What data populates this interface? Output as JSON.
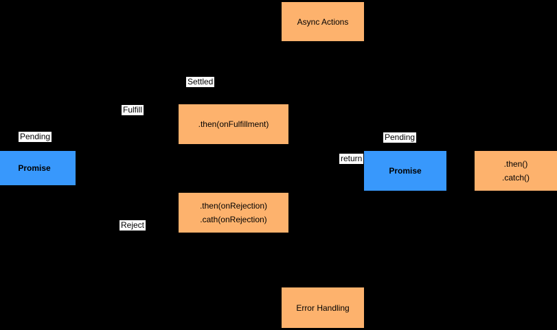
{
  "colors": {
    "background": "#000000",
    "node_orange": "#FDB26D",
    "node_blue": "#3898FC",
    "label_background": "#FFFFFF",
    "text": "#000000"
  },
  "nodes": {
    "async_actions": {
      "label": "Async Actions"
    },
    "promise_left": {
      "label": "Promise"
    },
    "then_fulfillment": {
      "label": ".then(onFulfillment)"
    },
    "then_rejection": {
      "line1": ".then(onRejection)",
      "line2": ".cath(onRejection)"
    },
    "promise_right": {
      "label": "Promise"
    },
    "then_catch": {
      "line1": ".then()",
      "line2": ".catch()"
    },
    "error_handling": {
      "label": "Error Handling"
    }
  },
  "edge_labels": {
    "pending_left": "Pending",
    "fulfill": "Fulfill",
    "settled": "Settled",
    "reject": "Reject",
    "return_label": "return",
    "pending_right": "Pending"
  }
}
